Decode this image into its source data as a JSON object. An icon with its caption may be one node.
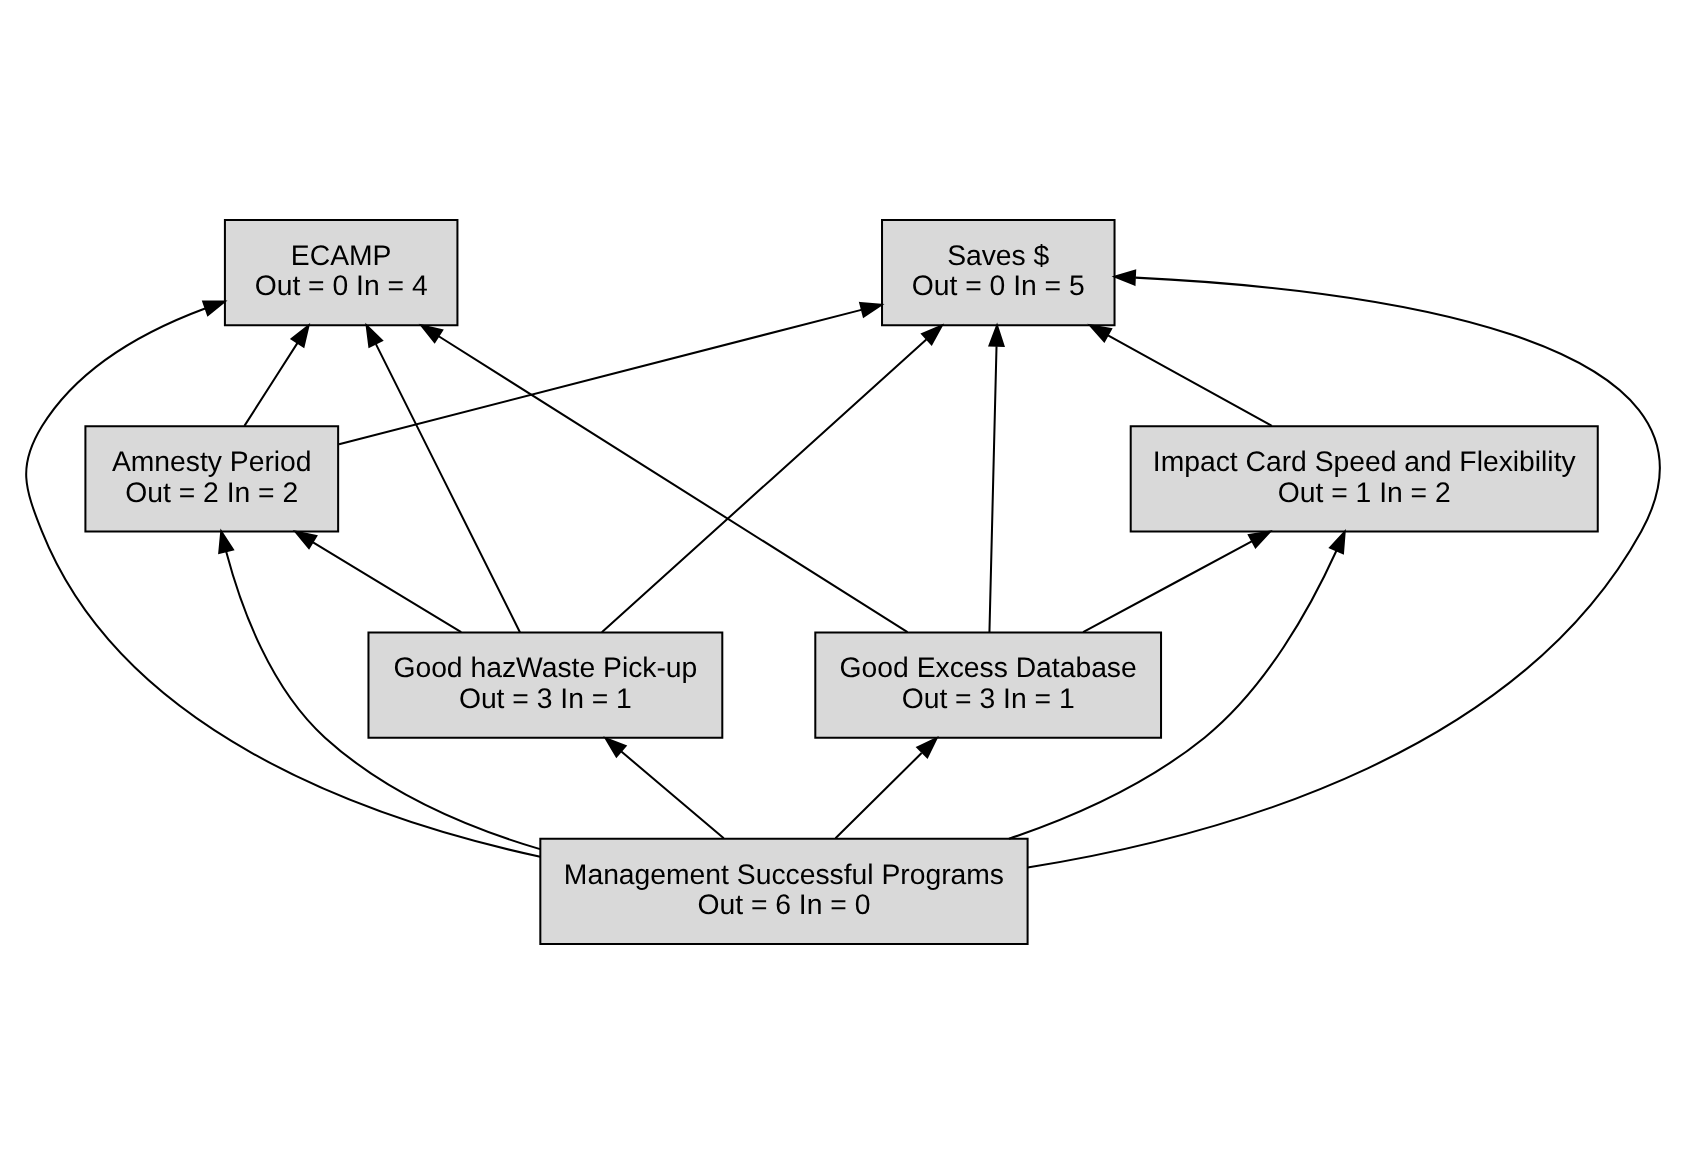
{
  "diagram": {
    "nodes": [
      {
        "text": [
          "Good Excess Database",
          "Out = 3 In = 1"
        ]
      },
      {
        "text": [
          "Amnesty Period",
          "Out = 2 In = 2"
        ]
      },
      {
        "text": [
          "ECAMP",
          "Out = 0 In = 4"
        ]
      },
      {
        "text": [
          "Good hazWaste Pick-up",
          "Out = 3 In = 1"
        ]
      },
      {
        "text": [
          "Management Successful Programs",
          "Out = 6 In = 0"
        ]
      },
      {
        "text": [
          "Saves $",
          "Out = 0 In = 5"
        ]
      },
      {
        "text": [
          "Impact Card Speed and Flexibility",
          "Out = 1 In = 2"
        ]
      }
    ],
    "edges": [
      {
        "from": 4,
        "to": 2,
        "arrow": "to"
      },
      {
        "from": 4,
        "to": 0,
        "arrow": "to"
      },
      {
        "from": 4,
        "to": 1,
        "arrow": "to"
      },
      {
        "from": 4,
        "to": 3,
        "arrow": "to"
      },
      {
        "from": 4,
        "to": 6,
        "arrow": "to"
      },
      {
        "from": 4,
        "to": 5,
        "arrow": "to"
      },
      {
        "from": 0,
        "to": 2,
        "arrow": "to"
      },
      {
        "from": 0,
        "to": 5,
        "arrow": "to"
      },
      {
        "from": 0,
        "to": 6,
        "arrow": "to"
      },
      {
        "from": 1,
        "to": 2,
        "arrow": "to"
      },
      {
        "from": 1,
        "to": 5,
        "arrow": "to"
      },
      {
        "from": 3,
        "to": 1,
        "arrow": "to"
      },
      {
        "from": 3,
        "to": 2,
        "arrow": "to"
      },
      {
        "from": 3,
        "to": 5,
        "arrow": "to"
      },
      {
        "from": 6,
        "to": 5,
        "arrow": "to"
      }
    ]
  }
}
